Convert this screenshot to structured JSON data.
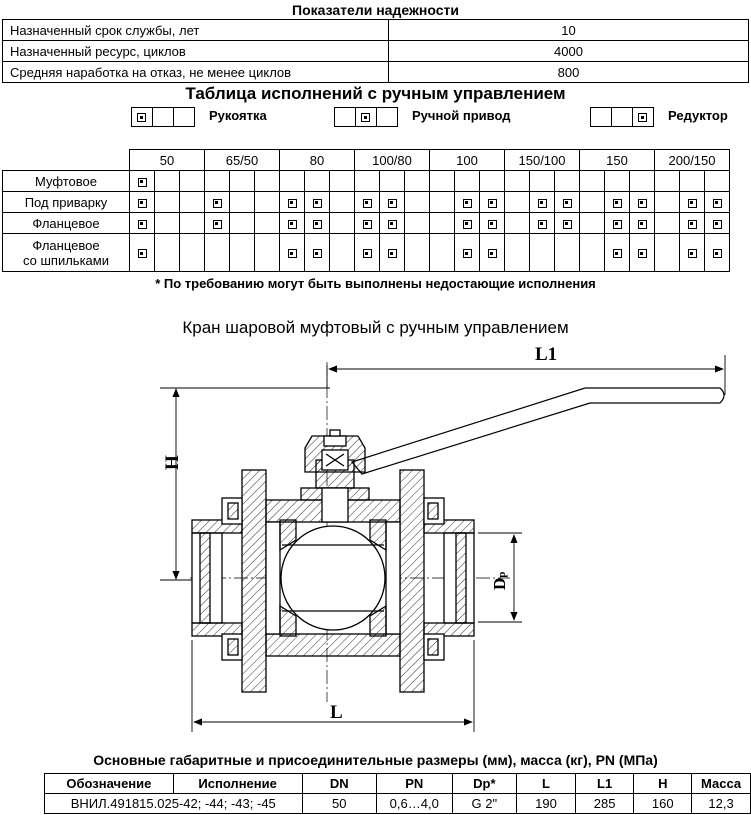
{
  "reliability": {
    "title": "Показатели надежности",
    "rows": [
      {
        "label": "Назначенный срок службы, лет",
        "value": "10"
      },
      {
        "label": "Назначенный ресурс, циклов",
        "value": "4000"
      },
      {
        "label": "Средняя наработка на отказ, не менее циклов",
        "value": "800"
      }
    ]
  },
  "variants": {
    "title": "Таблица  исполнений с ручным управлением",
    "legend": [
      {
        "label": "Рукоятка",
        "marked_slot": 0
      },
      {
        "label": "Ручной привод",
        "marked_slot": 1
      },
      {
        "label": "Редуктор",
        "marked_slot": 2
      }
    ],
    "dn_headers": [
      "50",
      "65/50",
      "80",
      "100/80",
      "100",
      "150/100",
      "150",
      "200/150"
    ],
    "rows": [
      {
        "label": "Муфтовое",
        "marks": [
          [
            1,
            0,
            0
          ],
          [
            0,
            0,
            0
          ],
          [
            0,
            0,
            0
          ],
          [
            0,
            0,
            0
          ],
          [
            0,
            0,
            0
          ],
          [
            0,
            0,
            0
          ],
          [
            0,
            0,
            0
          ],
          [
            0,
            0,
            0
          ]
        ]
      },
      {
        "label": "Под приварку",
        "marks": [
          [
            1,
            0,
            0
          ],
          [
            1,
            0,
            0
          ],
          [
            1,
            1,
            0
          ],
          [
            1,
            1,
            0
          ],
          [
            0,
            1,
            1
          ],
          [
            0,
            1,
            1
          ],
          [
            0,
            1,
            1
          ],
          [
            0,
            1,
            1
          ]
        ]
      },
      {
        "label": "Фланцевое",
        "marks": [
          [
            1,
            0,
            0
          ],
          [
            1,
            0,
            0
          ],
          [
            1,
            1,
            0
          ],
          [
            1,
            1,
            0
          ],
          [
            0,
            1,
            1
          ],
          [
            0,
            1,
            1
          ],
          [
            0,
            1,
            1
          ],
          [
            0,
            1,
            1
          ]
        ]
      },
      {
        "label_lines": [
          "Фланцевое",
          "со шпильками"
        ],
        "marks": [
          [
            1,
            0,
            0
          ],
          [
            0,
            0,
            0
          ],
          [
            1,
            1,
            0
          ],
          [
            1,
            1,
            0
          ],
          [
            0,
            1,
            1
          ],
          [
            0,
            0,
            0
          ],
          [
            0,
            1,
            1
          ],
          [
            0,
            1,
            1
          ]
        ]
      }
    ],
    "footnote": "* По требованию могут быть выполнены недостающие исполнения"
  },
  "drawing": {
    "title": "Кран шаровой муфтовый с ручным управлением",
    "dims": {
      "l1": "L1",
      "h": "H",
      "l": "L",
      "dp": "D",
      "dp_sub": "р"
    }
  },
  "dimensions_table": {
    "title": "Основные габаритные и присоединительные размеры (мм), масса (кг), PN (МПа)",
    "headers": [
      "Обозначение",
      "Исполнение",
      "DN",
      "PN",
      "Dp*",
      "L",
      "L1",
      "H",
      "Масса"
    ],
    "row": [
      "ВНИЛ.491815.025-42; -44; -43; -45",
      "50",
      "0,6…4,0",
      "G 2\"",
      "190",
      "285",
      "160",
      "12,3"
    ]
  }
}
